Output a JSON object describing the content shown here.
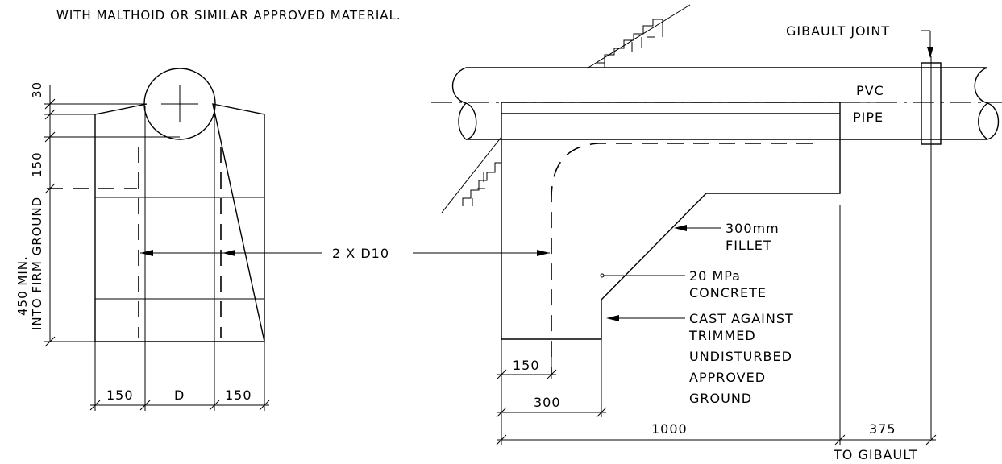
{
  "notes": {
    "top_note": "WITH MALTHOID OR SIMILAR APPROVED MATERIAL."
  },
  "section_view": {
    "dim_top": "30",
    "dim_upper": "150",
    "dim_depth_line1": "450 MIN.",
    "dim_depth_line2": "INTO FIRM GROUND",
    "dim_left": "150",
    "dim_mid": "D",
    "dim_right": "150"
  },
  "shared": {
    "reinforcement": "2 X D10"
  },
  "elevation_view": {
    "gibault_joint": "GIBAULT JOINT",
    "pipe_label_1": "PVC",
    "pipe_label_2": "PIPE",
    "fillet_1": "300mm",
    "fillet_2": "FILLET",
    "concrete_1": "20 MPa",
    "concrete_2": "CONCRETE",
    "cast_1": "CAST AGAINST",
    "cast_2": "TRIMMED",
    "cast_3": "UNDISTURBED",
    "cast_4": "APPROVED",
    "cast_5": "GROUND",
    "dim_150": "150",
    "dim_300": "300",
    "dim_1000": "1000",
    "dim_375": "375",
    "to_gibault": "TO GIBAULT"
  }
}
